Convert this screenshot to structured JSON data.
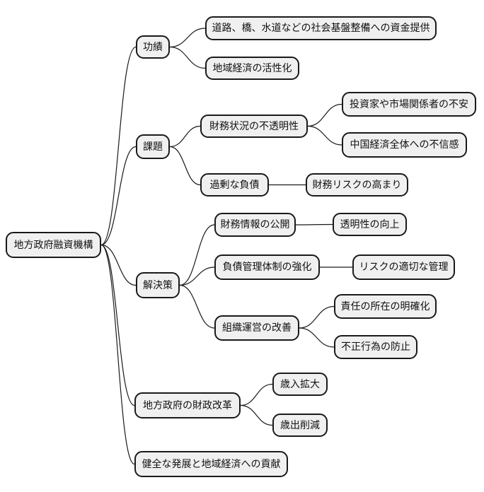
{
  "mindmap": {
    "colors": {
      "node_fill": "#f0f0f0",
      "node_border": "#1a1a1a",
      "edge": "#1a1a1a",
      "background": "#ffffff"
    },
    "tree": {
      "id": "root",
      "label": "地方政府融資機構",
      "children": [
        {
          "id": "achievements",
          "label": "功績",
          "children": [
            {
              "id": "infra-funding",
              "label": "道路、橋、水道などの社会基盤整備への資金提供"
            },
            {
              "id": "regional-economy",
              "label": "地域経済の活性化"
            }
          ]
        },
        {
          "id": "issues",
          "label": "課題",
          "children": [
            {
              "id": "opacity",
              "label": "財務状況の不透明性",
              "children": [
                {
                  "id": "investor-anxiety",
                  "label": "投資家や市場関係者の不安"
                },
                {
                  "id": "distrust-china",
                  "label": "中国経済全体への不信感"
                }
              ]
            },
            {
              "id": "excess-debt",
              "label": "過剰な負債",
              "children": [
                {
                  "id": "financial-risk",
                  "label": "財務リスクの高まり"
                }
              ]
            }
          ]
        },
        {
          "id": "solutions",
          "label": "解決策",
          "children": [
            {
              "id": "disclosure",
              "label": "財務情報の公開",
              "children": [
                {
                  "id": "transparency",
                  "label": "透明性の向上"
                }
              ]
            },
            {
              "id": "debt-management",
              "label": "負債管理体制の強化",
              "children": [
                {
                  "id": "risk-management",
                  "label": "リスクの適切な管理"
                }
              ]
            },
            {
              "id": "org-improvement",
              "label": "組織運営の改善",
              "children": [
                {
                  "id": "responsibility",
                  "label": "責任の所在の明確化"
                },
                {
                  "id": "fraud-prevention",
                  "label": "不正行為の防止"
                }
              ]
            }
          ]
        },
        {
          "id": "fiscal-reform",
          "label": "地方政府の財政改革",
          "children": [
            {
              "id": "revenue-expansion",
              "label": "歳入拡大"
            },
            {
              "id": "expenditure-cut",
              "label": "歳出削減"
            }
          ]
        },
        {
          "id": "healthy-development",
          "label": "健全な発展と地域経済への貢献"
        }
      ]
    }
  }
}
